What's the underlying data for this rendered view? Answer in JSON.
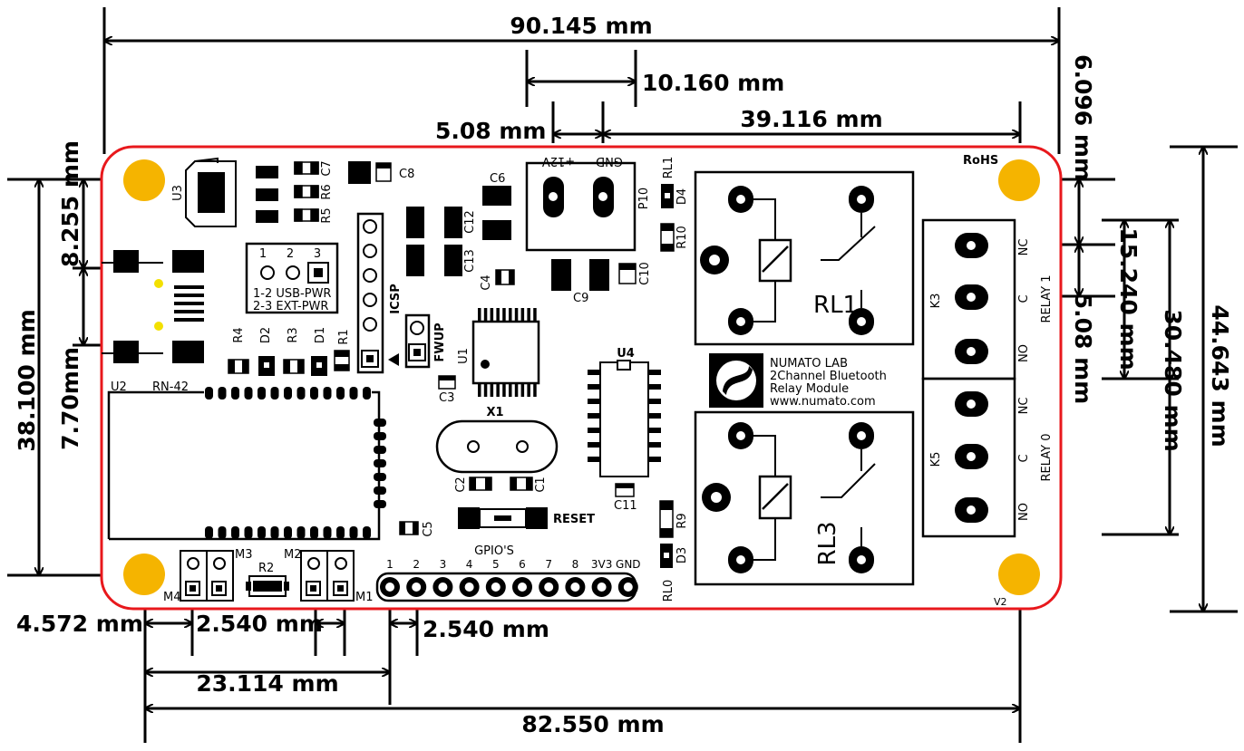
{
  "dimensions": {
    "overall_width": "90.145 mm",
    "terminal_pitch": "10.160 mm",
    "terminal_offset": "5.08 mm",
    "hole_to_terminal": "39.116 mm",
    "top_hole_offset": "6.096 mm",
    "relay_pitch": "15.240 mm",
    "relay_pin_offset": "5.08 mm",
    "relay_span": "30.480 mm",
    "overall_height": "44.643 mm",
    "left_top_offset": "8.255 mm",
    "usb_height": "7.70mm",
    "hole_spacing_vertical": "38.100 mm",
    "left_hole_offset": "4.572 mm",
    "motor_pitch": "2.540 mm",
    "header_pitch": "2.540 mm",
    "hole_to_header": "23.114 mm",
    "hole_spacing_horizontal": "82.550 mm"
  },
  "board": {
    "brand_line1": "NUMATO LAB",
    "brand_line2": "2Channel Bluetooth",
    "brand_line3": "Relay Module",
    "brand_line4": "www.numato.com",
    "rohs": "RoHS",
    "version": "V2",
    "relay1_label": "RL1",
    "relay3_label": "RL3",
    "relay1_conn": "RELAY 1",
    "relay0_conn": "RELAY 0",
    "k3": "K3",
    "k5": "K5",
    "nc": "NC",
    "c": "C",
    "no": "NO",
    "u2": "U2",
    "rn42": "RN-42",
    "u1": "U1",
    "u3": "U3",
    "u4": "U4",
    "x1": "X1",
    "icsp": "ICSP",
    "fwup": "FWUP",
    "reset": "RESET",
    "gpio_title": "GPIO'S",
    "gpio_pins": [
      "1",
      "2",
      "3",
      "4",
      "5",
      "6",
      "7",
      "8",
      "3V3",
      "GND"
    ],
    "jumper_nums": [
      "1",
      "2",
      "3"
    ],
    "jumper_line1": "1-2 USB-PWR",
    "jumper_line2": "2-3 EXT-PWR",
    "p10": "P10",
    "plus12v": "+12V",
    "gnd": "GND",
    "m1": "M1",
    "m2": "M2",
    "m3": "M3",
    "m4": "M4",
    "r1": "R1",
    "r2": "R2",
    "r3": "R3",
    "r4": "R4",
    "r5": "R5",
    "r6": "R6",
    "r9": "R9",
    "r10": "R10",
    "c1": "C1",
    "c2": "C2",
    "c3": "C3",
    "c4": "C4",
    "c5": "C5",
    "c6": "C6",
    "c7": "C7",
    "c8": "C8",
    "c9": "C9",
    "c10": "C10",
    "c11": "C11",
    "c12": "C12",
    "c13": "C13",
    "d1": "D1",
    "d2": "D2",
    "d3": "D3",
    "d4": "D4",
    "rl0": "RL0",
    "rl1": "RL1"
  },
  "colors": {
    "board_outline": "#e8181c",
    "mount_hole": "#f5b400",
    "ink": "#000000"
  }
}
